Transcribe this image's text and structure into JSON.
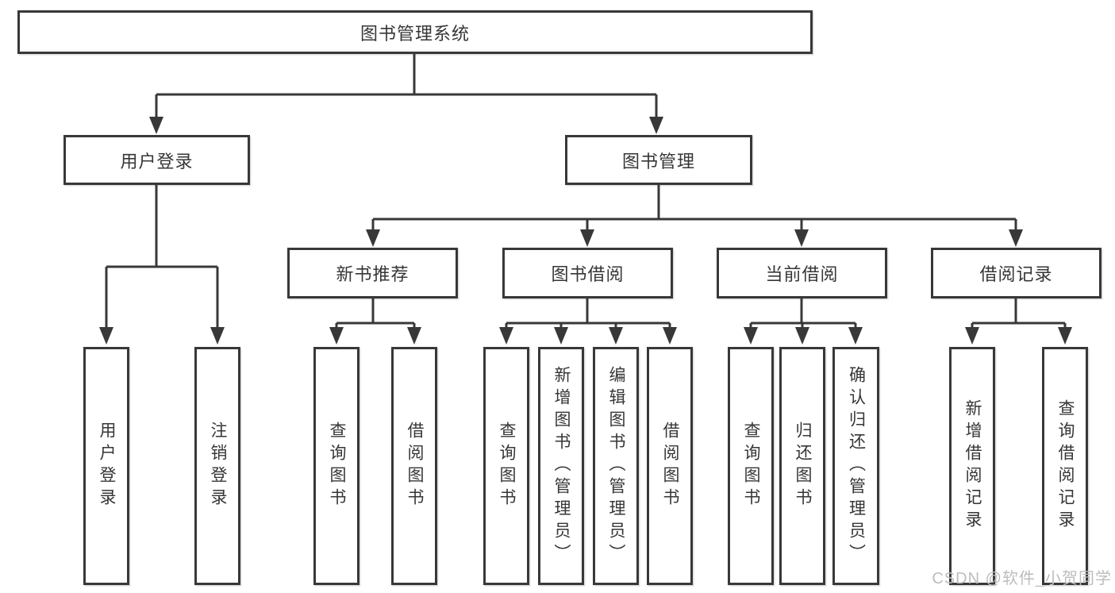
{
  "tree": {
    "root": {
      "label": "图书管理系统"
    },
    "user_login": {
      "label": "用户登录",
      "children": [
        {
          "label": "用户登录"
        },
        {
          "label": "注销登录"
        }
      ]
    },
    "book_mgmt": {
      "label": "图书管理",
      "sections": [
        {
          "label": "新书推荐",
          "children": [
            {
              "label": "查询图书"
            },
            {
              "label": "借阅图书"
            }
          ]
        },
        {
          "label": "图书借阅",
          "children": [
            {
              "label": "查询图书"
            },
            {
              "label": "新增图书（管理员）"
            },
            {
              "label": "编辑图书（管理员）"
            },
            {
              "label": "借阅图书"
            }
          ]
        },
        {
          "label": "当前借阅",
          "children": [
            {
              "label": "查询图书"
            },
            {
              "label": "归还图书"
            },
            {
              "label": "确认归还（管理员）"
            }
          ]
        },
        {
          "label": "借阅记录",
          "children": [
            {
              "label": "新增借阅记录"
            },
            {
              "label": "查询借阅记录"
            }
          ]
        }
      ]
    }
  },
  "watermark": {
    "text": "CSDN @软件_小贺同学"
  },
  "colors": {
    "line": "#383838",
    "text": "#363636",
    "background": "#ffffff",
    "watermark": "#bdbdbd"
  }
}
